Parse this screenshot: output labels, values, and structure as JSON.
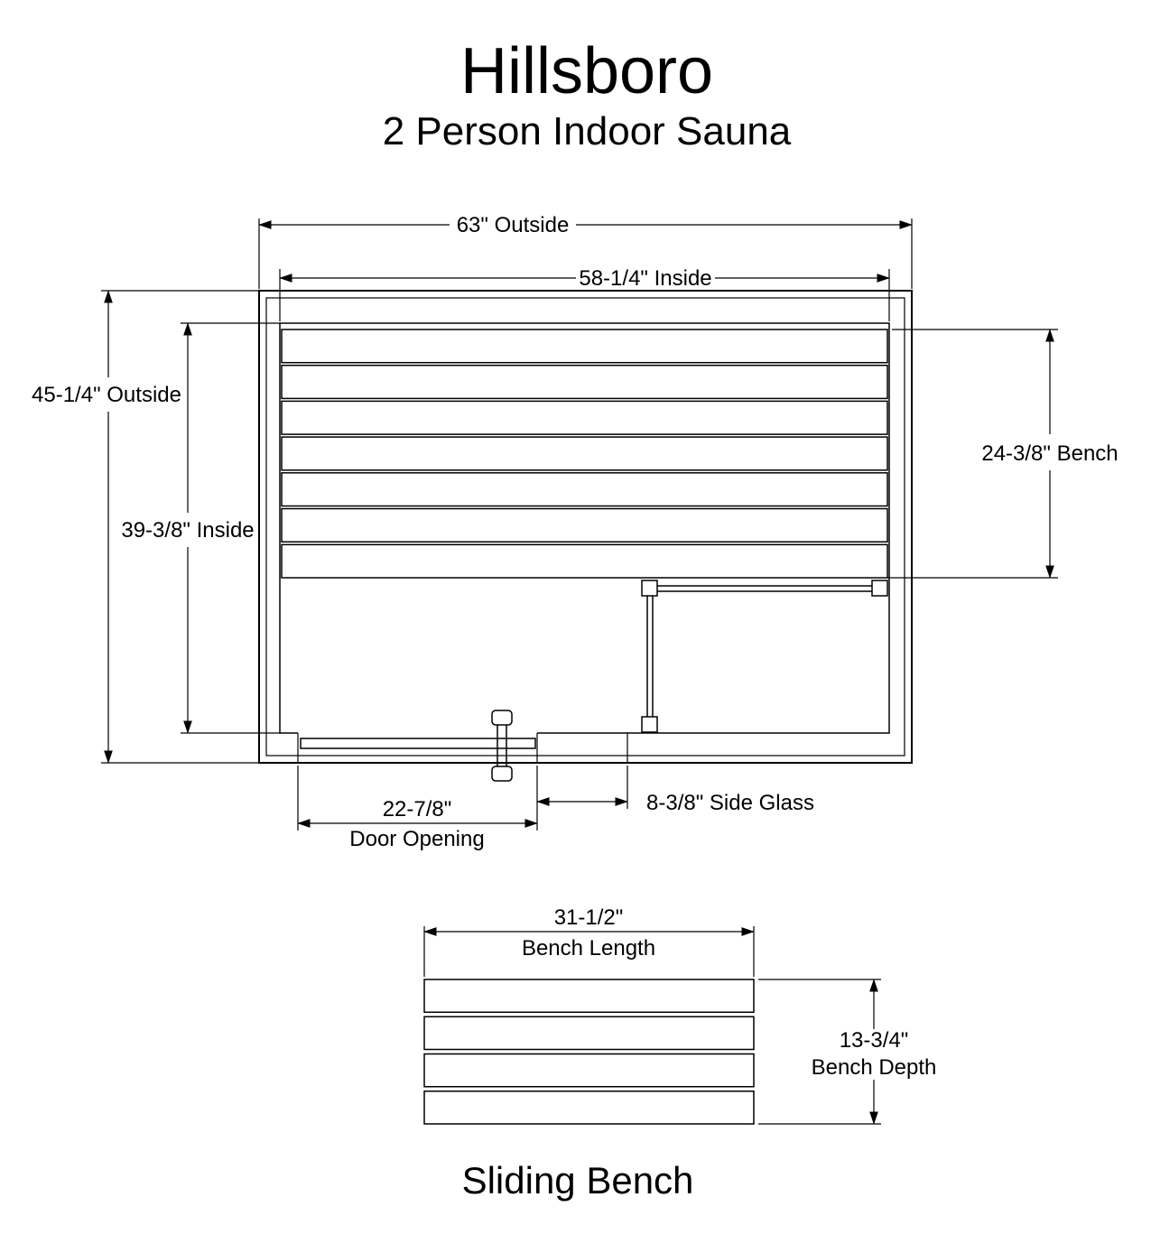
{
  "header": {
    "title": "Hillsboro",
    "subtitle": "2 Person Indoor Sauna"
  },
  "floor_plan": {
    "dim_outside_width": "63\" Outside",
    "dim_inside_width": "58-1/4\" Inside",
    "dim_outside_depth": "45-1/4\" Outside",
    "dim_inside_depth": "39-3/8\" Inside",
    "dim_bench_depth": "24-3/8\" Bench",
    "dim_door_value": "22-7/8\"",
    "dim_door_label": "Door Opening",
    "dim_side_glass": "8-3/8\" Side Glass"
  },
  "bench_detail": {
    "dim_length_value": "31-1/2\"",
    "dim_length_label": "Bench Length",
    "dim_depth_value": "13-3/4\"",
    "dim_depth_label": "Bench Depth",
    "caption": "Sliding Bench"
  },
  "colors": {
    "line": "#000000",
    "background": "#ffffff"
  }
}
